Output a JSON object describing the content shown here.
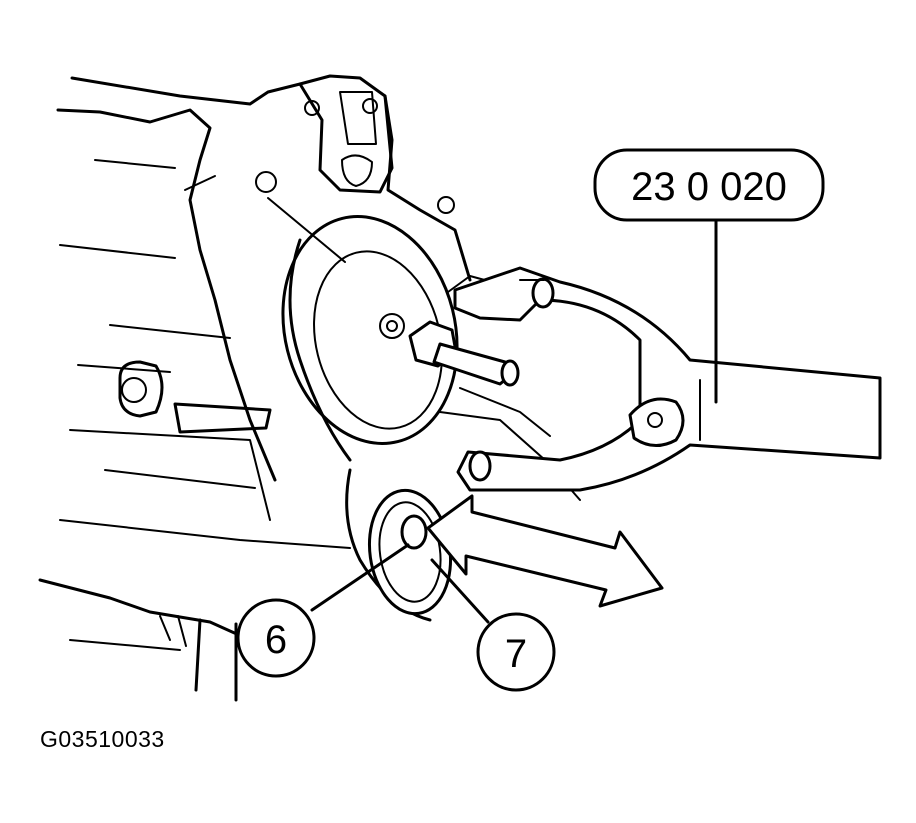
{
  "figure": {
    "tool_label": "23 0 020",
    "callouts": [
      "6",
      "7"
    ],
    "figure_code": "G03510033"
  },
  "colors": {
    "line": "#000000",
    "background": "#ffffff"
  }
}
